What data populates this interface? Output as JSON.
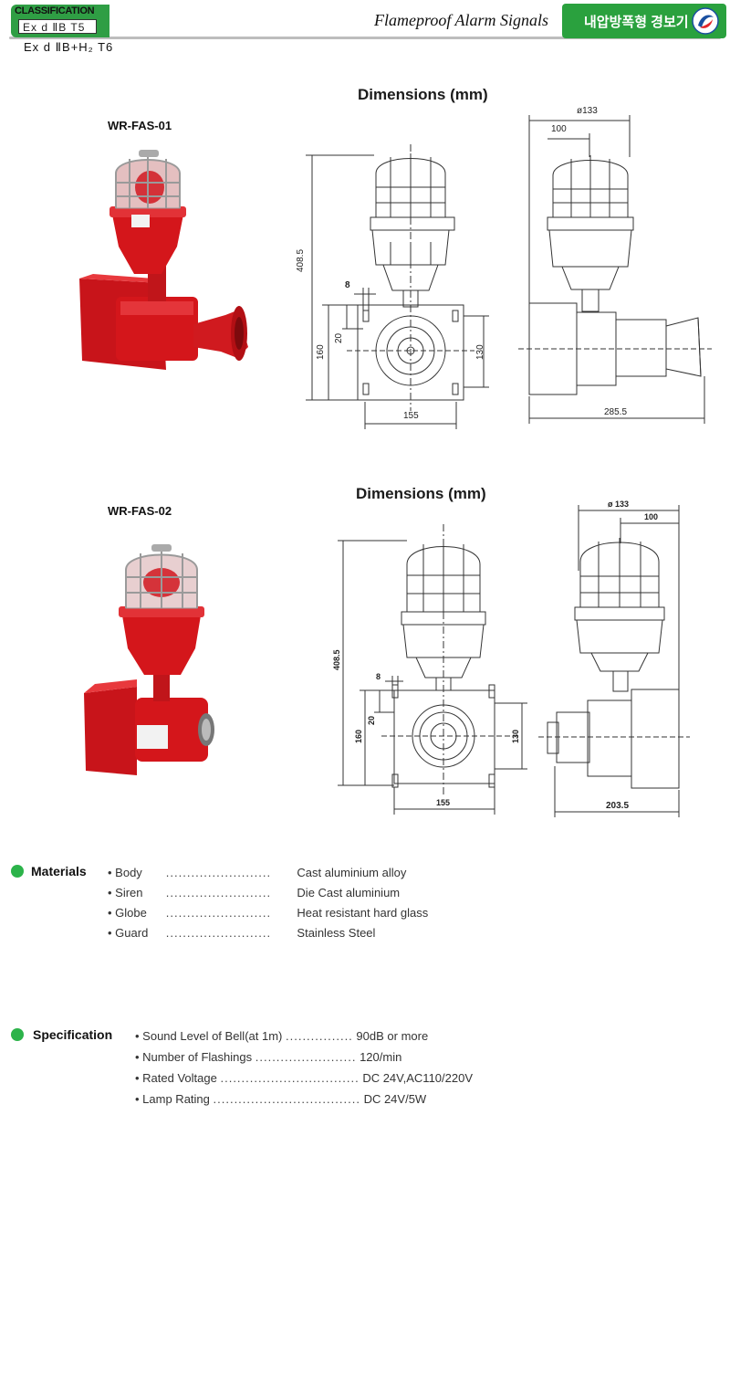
{
  "header": {
    "classification_label": "CLASSIFICATION",
    "class_t5": "Ex d ⅡB T5",
    "class_t6": "Ex d ⅡB+H₂ T6",
    "title": "Flameproof Alarm Signals",
    "korean_title": "내압방폭형 경보기",
    "logo_icon": "brand-swirl-logo"
  },
  "colors": {
    "accent_green": "#2aa13e",
    "product_red": "#d4161b"
  },
  "products": [
    {
      "model": "WR-FAS-01",
      "dimensions_title": "Dimensions (mm)",
      "dims": {
        "total_height": "408.5",
        "side_height": "160",
        "inner": "20",
        "offset": "8",
        "plate_height": "130",
        "plate_width": "155",
        "diameter": "ø133",
        "radius": "100",
        "depth": "285.5"
      }
    },
    {
      "model": "WR-FAS-02",
      "dimensions_title": "Dimensions (mm)",
      "dims": {
        "total_height": "408.5",
        "side_height": "160",
        "inner": "20",
        "offset": "8",
        "plate_height": "130",
        "plate_width": "155",
        "diameter": "ø 133",
        "radius": "100",
        "depth": "203.5"
      }
    }
  ],
  "materials": {
    "heading": "Materials",
    "items": [
      {
        "label": "Body",
        "dots": ".........................",
        "value": "Cast aluminium alloy"
      },
      {
        "label": "Siren",
        "dots": ".........................",
        "value": "Die Cast aluminium"
      },
      {
        "label": "Globe",
        "dots": ".........................",
        "value": "Heat resistant hard glass"
      },
      {
        "label": "Guard",
        "dots": ".........................",
        "value": "Stainless Steel"
      }
    ]
  },
  "specification": {
    "heading": "Specification",
    "items": [
      {
        "label": "Sound Level of Bell(at 1m)",
        "dots": "................",
        "value": "90dB or more"
      },
      {
        "label": "Number of Flashings",
        "dots": "........................",
        "value": "120/min"
      },
      {
        "label": "Rated Voltage",
        "dots": ".................................",
        "value": "DC 24V,AC110/220V"
      },
      {
        "label": "Lamp Rating",
        "dots": "...................................",
        "value": "DC 24V/5W"
      }
    ]
  }
}
